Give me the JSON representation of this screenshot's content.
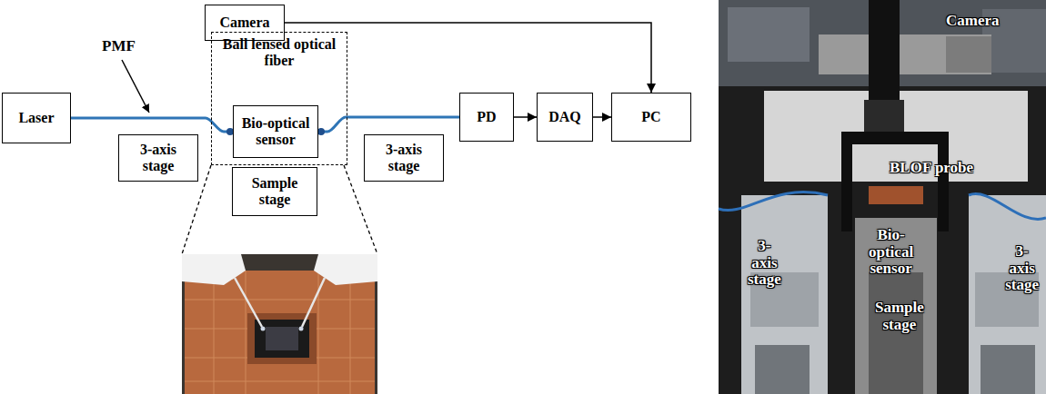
{
  "diagram": {
    "nodes": [
      {
        "text": [
          "Camera"
        ]
      },
      {
        "text": [
          "Laser"
        ]
      },
      {
        "text": [
          "3-axis stage"
        ]
      },
      {
        "text": [
          "Ball lensed optical fiber"
        ]
      },
      {
        "text": [
          "Bio-optical sensor"
        ],
        "in": 3
      },
      {
        "text": [
          "Sample stage"
        ]
      },
      {
        "text": [
          "3-axis stage"
        ]
      },
      {
        "text": [
          "PD"
        ]
      },
      {
        "text": [
          "DAQ"
        ]
      },
      {
        "text": [
          "PC"
        ]
      }
    ],
    "edges": [
      {
        "from": 1,
        "to": 4,
        "arrow": "none"
      },
      {
        "from": 4,
        "to": 7,
        "arrow": "none"
      },
      {
        "from": 0,
        "to": 9,
        "arrow": "to"
      },
      {
        "from": 7,
        "to": 8,
        "arrow": "to"
      },
      {
        "from": 8,
        "to": 9,
        "arrow": "to"
      }
    ],
    "labels": [
      "PMF",
      "Camera",
      "BLOF probe",
      "Bio-optical sensor",
      "3-axis stage",
      "3-axis stage",
      "Sample stage"
    ]
  }
}
